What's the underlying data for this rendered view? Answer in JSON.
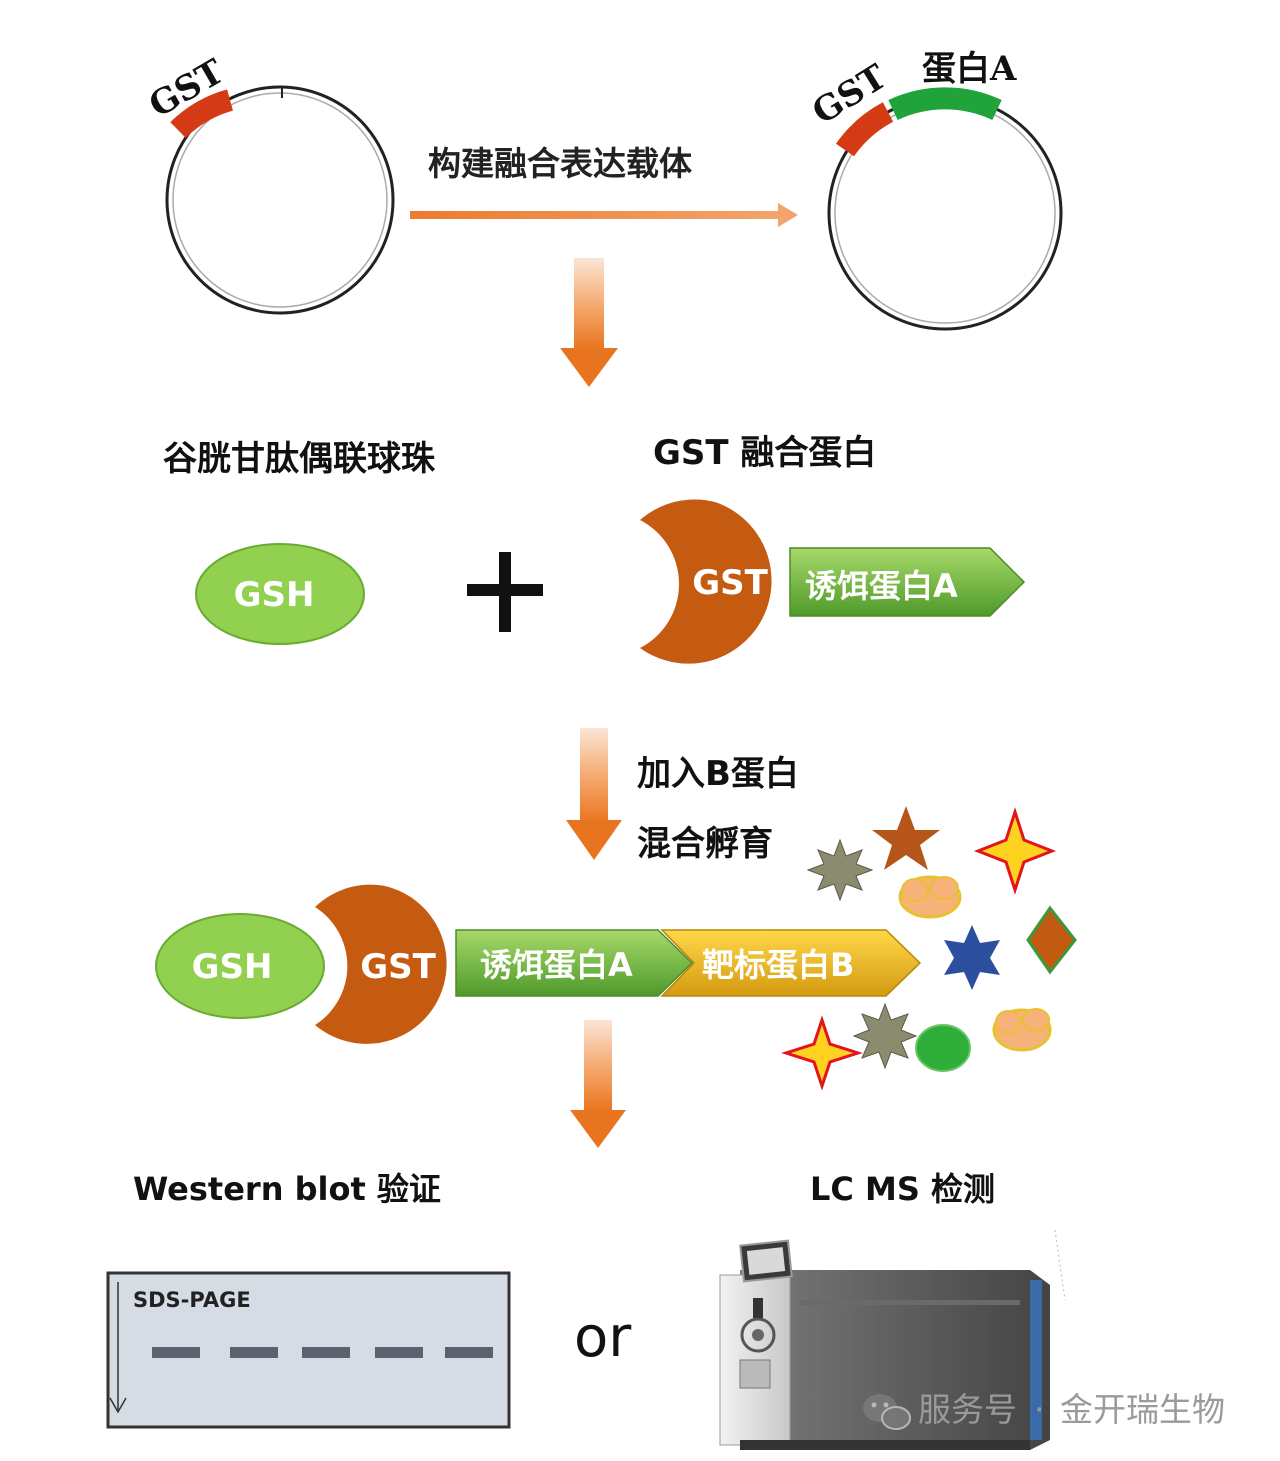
{
  "plasmid_left": {
    "gst_label": "GST"
  },
  "plasmid_right": {
    "gst_label": "GST",
    "protein_label": "蛋白A"
  },
  "step1_label": "构建融合表达载体",
  "beads_title": "谷胱甘肽偶联球珠",
  "fusion_title": "GST 融合蛋白",
  "gsh_label": "GSH",
  "gst_label": "GST",
  "bait_label": "诱饵蛋白A",
  "target_label": "靶标蛋白B",
  "step2_line1": "加入B蛋白",
  "step2_line2": "混合孵育",
  "western_title": "Western blot 验证",
  "lcms_title": "LC MS 检测",
  "gel_label": "SDS-PAGE",
  "or_label": "or",
  "watermark": {
    "prefix": "服务号",
    "sep": "·",
    "name": "金开瑞生物"
  },
  "colors": {
    "gst_red": "#d43a14",
    "protein_green": "#1fa33a",
    "arrow_orange": "#ec7b2e",
    "gst_brown": "#c55a11",
    "gsh_green": "#92d050",
    "bait_green": "#5ea33a",
    "target_yellow": "#e8b820",
    "gel_bg": "#d6dce4",
    "band": "#5a6270"
  }
}
